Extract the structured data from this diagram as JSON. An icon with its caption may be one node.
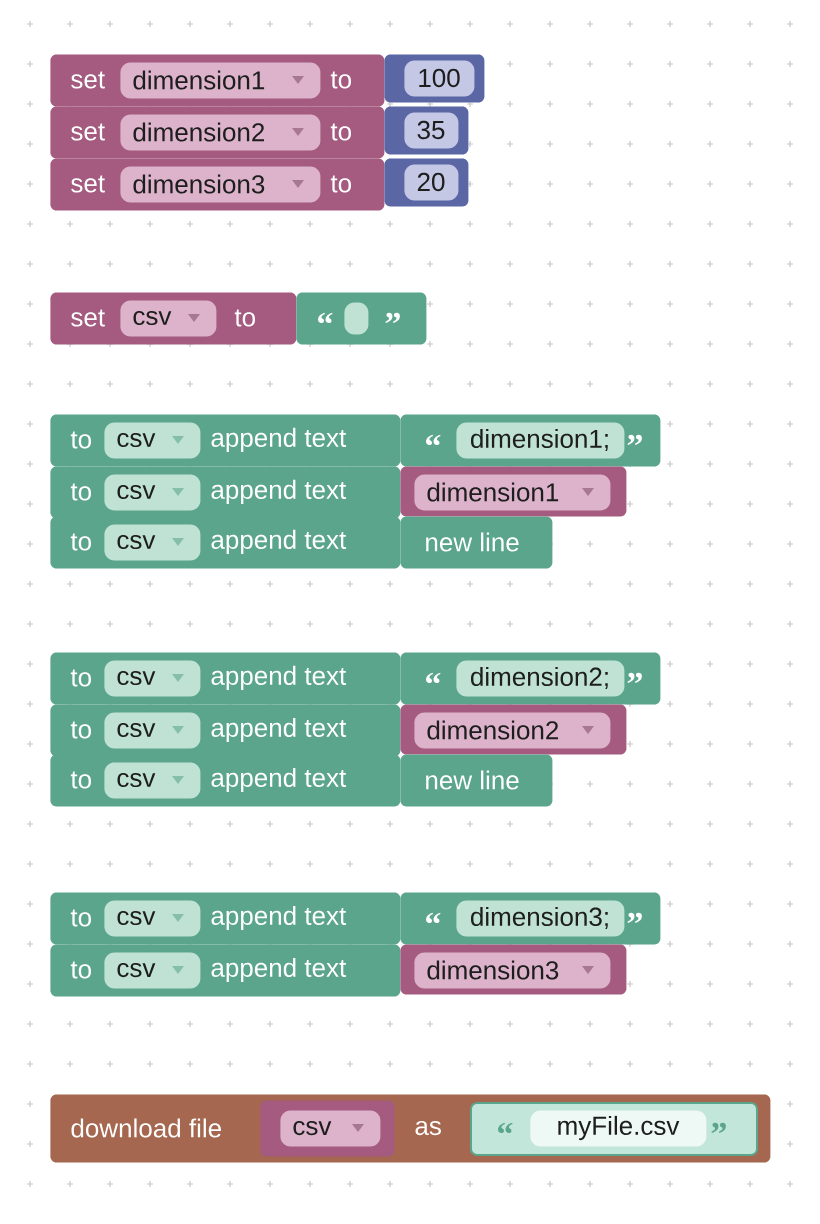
{
  "diagram": {
    "nodes": [
      {
        "text": [
          "set",
          "to"
        ]
      },
      {
        "text": [
          "dimension1"
        ],
        "in": 0
      },
      {
        "text": [],
        "shape": "box"
      },
      {
        "text": [
          "100"
        ],
        "in": 2
      },
      {
        "text": [
          "set",
          "to"
        ]
      },
      {
        "text": [
          "dimension2"
        ],
        "in": 4
      },
      {
        "text": [],
        "shape": "box"
      },
      {
        "text": [
          "35"
        ],
        "in": 6
      },
      {
        "text": [
          "set",
          "to"
        ]
      },
      {
        "text": [
          "dimension3"
        ],
        "in": 8
      },
      {
        "text": [],
        "shape": "box"
      },
      {
        "text": [
          "20"
        ],
        "in": 10
      },
      {
        "text": [
          "set",
          "to"
        ]
      },
      {
        "text": [
          "csv"
        ],
        "in": 12
      },
      {
        "text": [
          "“",
          "”"
        ]
      },
      {
        "text": [],
        "shape": "box",
        "in": 14
      },
      {
        "text": [
          "to",
          "append text"
        ]
      },
      {
        "text": [
          "csv"
        ],
        "in": 16
      },
      {
        "text": [
          "“",
          "”"
        ]
      },
      {
        "text": [
          "dimension1;"
        ],
        "in": 18
      },
      {
        "text": [
          "to",
          "append text"
        ]
      },
      {
        "text": [
          "csv"
        ],
        "in": 20
      },
      {
        "text": [],
        "shape": "box"
      },
      {
        "text": [
          "dimension1"
        ],
        "in": 22
      },
      {
        "text": [
          "to",
          "append text"
        ]
      },
      {
        "text": [
          "csv"
        ],
        "in": 24
      },
      {
        "text": [
          "new line"
        ]
      },
      {
        "text": [
          "to",
          "append text"
        ]
      },
      {
        "text": [
          "csv"
        ],
        "in": 27
      },
      {
        "text": [
          "“",
          "”"
        ]
      },
      {
        "text": [
          "dimension2;"
        ],
        "in": 29
      },
      {
        "text": [
          "to",
          "append text"
        ]
      },
      {
        "text": [
          "csv"
        ],
        "in": 31
      },
      {
        "text": [],
        "shape": "box"
      },
      {
        "text": [
          "dimension2"
        ],
        "in": 33
      },
      {
        "text": [
          "to",
          "append text"
        ]
      },
      {
        "text": [
          "csv"
        ],
        "in": 35
      },
      {
        "text": [
          "new line"
        ]
      },
      {
        "text": [
          "to",
          "append text"
        ]
      },
      {
        "text": [
          "csv"
        ],
        "in": 38
      },
      {
        "text": [
          "“",
          "”"
        ]
      },
      {
        "text": [
          "dimension3;"
        ],
        "in": 40
      },
      {
        "text": [
          "to",
          "append text"
        ]
      },
      {
        "text": [
          "csv"
        ],
        "in": 42
      },
      {
        "text": [],
        "shape": "box"
      },
      {
        "text": [
          "dimension3"
        ],
        "in": 44
      },
      {
        "text": [
          "download file",
          "as"
        ]
      },
      {
        "text": [],
        "shape": "box",
        "in": 46
      },
      {
        "text": [
          "csv"
        ],
        "in": 47
      },
      {
        "text": [
          "“",
          "”"
        ],
        "in": 46
      },
      {
        "text": [
          "myFile.csv"
        ],
        "in": 49
      }
    ],
    "edges": []
  }
}
